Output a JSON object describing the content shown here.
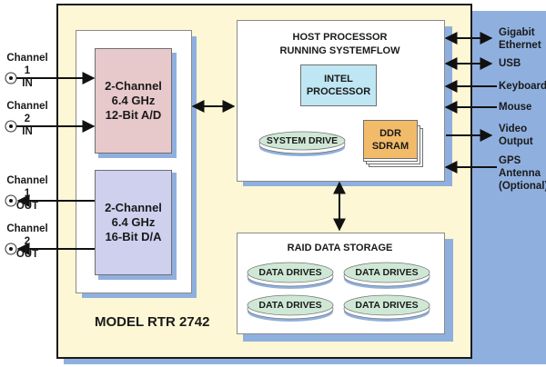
{
  "diagram": {
    "model_label": "MODEL RTR 2742",
    "inputs": [
      {
        "line1": "Channel 1",
        "line2": "IN"
      },
      {
        "line1": "Channel 2",
        "line2": "IN"
      }
    ],
    "outputs": [
      {
        "line1": "Channel 1",
        "line2": "OUT"
      },
      {
        "line1": "Channel 2",
        "line2": "OUT"
      }
    ],
    "ad_converter": {
      "line1": "2-Channel",
      "line2": "6.4 GHz",
      "line3": "12-Bit A/D"
    },
    "da_converter": {
      "line1": "2-Channel",
      "line2": "6.4 GHz",
      "line3": "16-Bit D/A"
    },
    "host": {
      "title_line1": "HOST PROCESSOR",
      "title_line2": "RUNNING SYSTEMFLOW",
      "cpu_line1": "INTEL",
      "cpu_line2": "PROCESSOR",
      "system_drive": "SYSTEM DRIVE",
      "memory_line1": "DDR",
      "memory_line2": "SDRAM"
    },
    "storage": {
      "title": "RAID DATA STORAGE",
      "drives": [
        "DATA DRIVES",
        "DATA DRIVES",
        "DATA DRIVES",
        "DATA DRIVES"
      ]
    },
    "interfaces": [
      {
        "line1": "Gigabit",
        "line2": "Ethernet",
        "direction": "bidirectional"
      },
      {
        "line1": "USB",
        "direction": "bidirectional"
      },
      {
        "line1": "Keyboard",
        "direction": "in"
      },
      {
        "line1": "Mouse",
        "direction": "in"
      },
      {
        "line1": "Video",
        "line2": "Output",
        "direction": "out"
      },
      {
        "line1": "GPS",
        "line2": "Antenna",
        "line3": "(Optional)",
        "direction": "in"
      }
    ],
    "colors": {
      "background": "#fdf7d5",
      "shadow": "#8fb0df",
      "ad_block": "#e8c9cb",
      "da_block": "#cfd0ee",
      "cpu_block": "#bfe6f3",
      "memory_block": "#f2bb6a",
      "drive_disk": "#cfe8d6"
    }
  }
}
